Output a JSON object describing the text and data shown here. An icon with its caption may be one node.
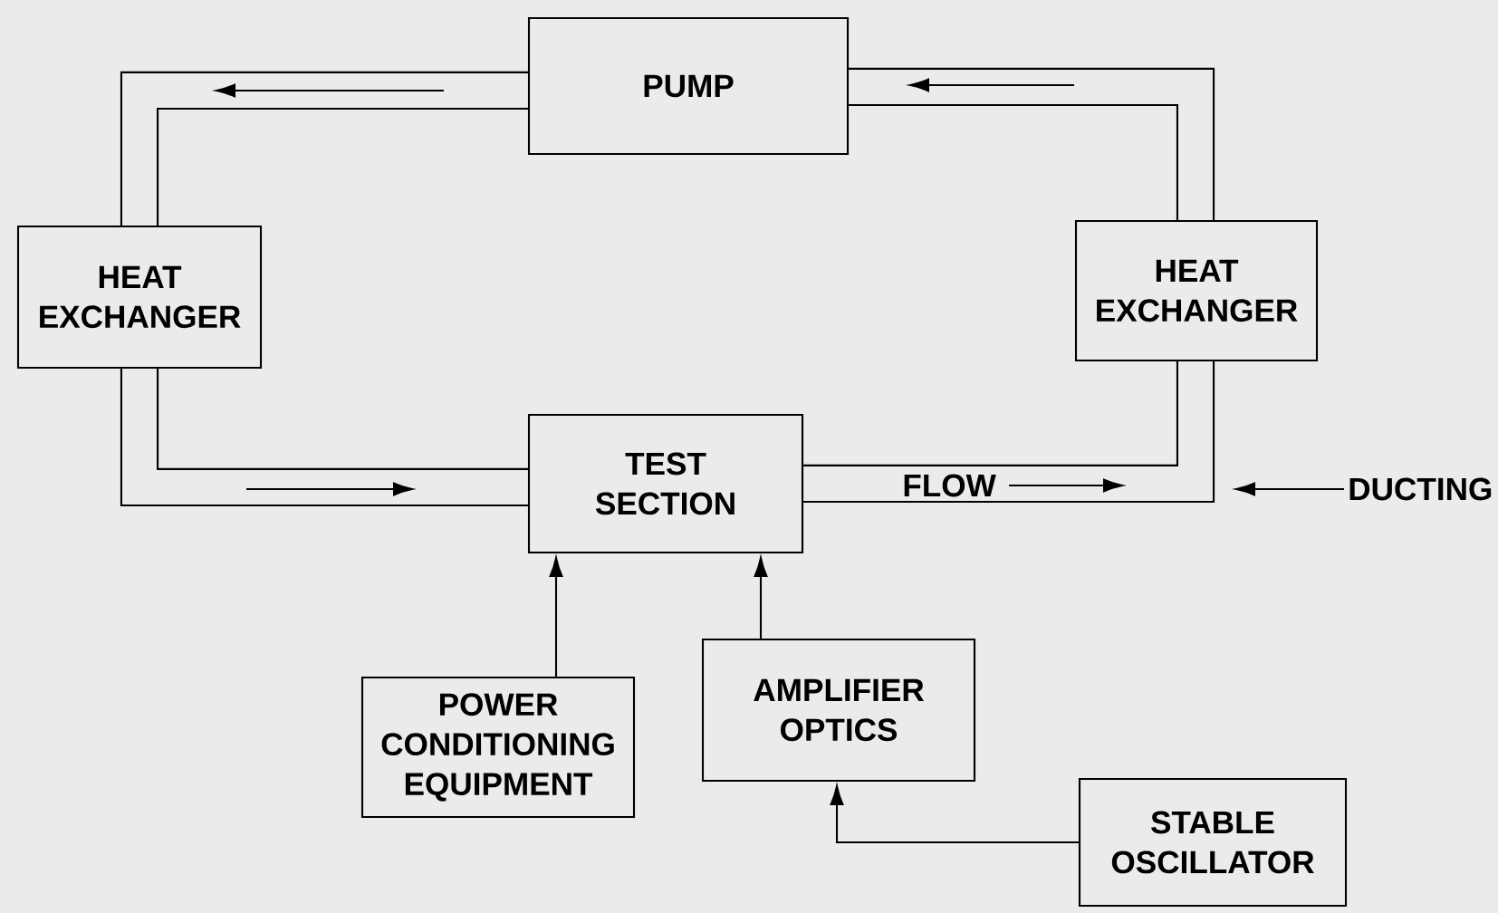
{
  "diagram": {
    "nodes": [
      {
        "text": [
          "PUMP"
        ]
      },
      {
        "text": [
          "HEAT EXCHANGER"
        ]
      },
      {
        "text": [
          "HEAT EXCHANGER"
        ]
      },
      {
        "text": [
          "TEST SECTION"
        ]
      },
      {
        "text": [
          "POWER CONDITIONING EQUIPMENT"
        ]
      },
      {
        "text": [
          "AMPLIFIER OPTICS"
        ]
      },
      {
        "text": [
          "STABLE OSCILLATOR"
        ]
      },
      {
        "text": [
          "DUCTING"
        ]
      }
    ],
    "edges": [
      {
        "from": 0,
        "to": 1,
        "arrow": "none",
        "style": "thick"
      },
      {
        "from": 1,
        "to": 3,
        "arrow": "none",
        "style": "thick"
      },
      {
        "from": 3,
        "to": 2,
        "arrow": "none",
        "style": "thick"
      },
      {
        "from": 2,
        "to": 0,
        "arrow": "none",
        "style": "thick"
      },
      {
        "from": 4,
        "to": 3,
        "arrow": "to"
      },
      {
        "from": 5,
        "to": 3,
        "arrow": "to"
      },
      {
        "from": 6,
        "to": 5,
        "arrow": "to"
      },
      {
        "from": 7,
        "to": null,
        "arrow": "to"
      }
    ],
    "labels": [
      "FLOW"
    ]
  }
}
